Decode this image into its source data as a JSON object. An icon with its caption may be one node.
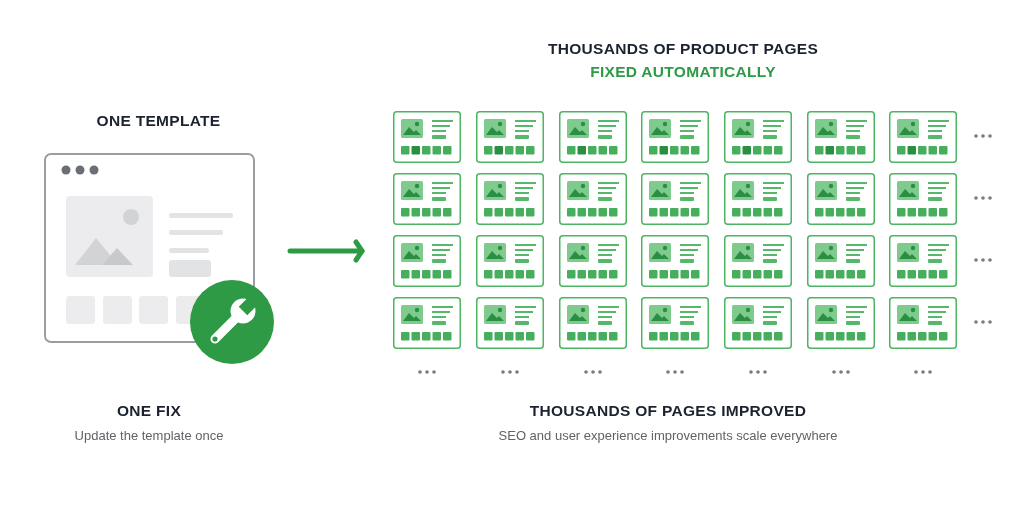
{
  "diagram": {
    "nodes": [
      {
        "text": [
          "ONE TEMPLATE"
        ]
      },
      {
        "text": [
          "THOUSANDS OF PRODUCT PAGES",
          "FIXED AUTOMATICALLY"
        ]
      }
    ],
    "edges": [
      {
        "from": 0,
        "to": 1,
        "arrow": "to"
      }
    ],
    "labels": [
      "ONE FIX",
      "Update the template once",
      "THOUSANDS OF PAGES IMPROVED",
      "SEO and user experience improvements scale everywhere"
    ]
  }
}
